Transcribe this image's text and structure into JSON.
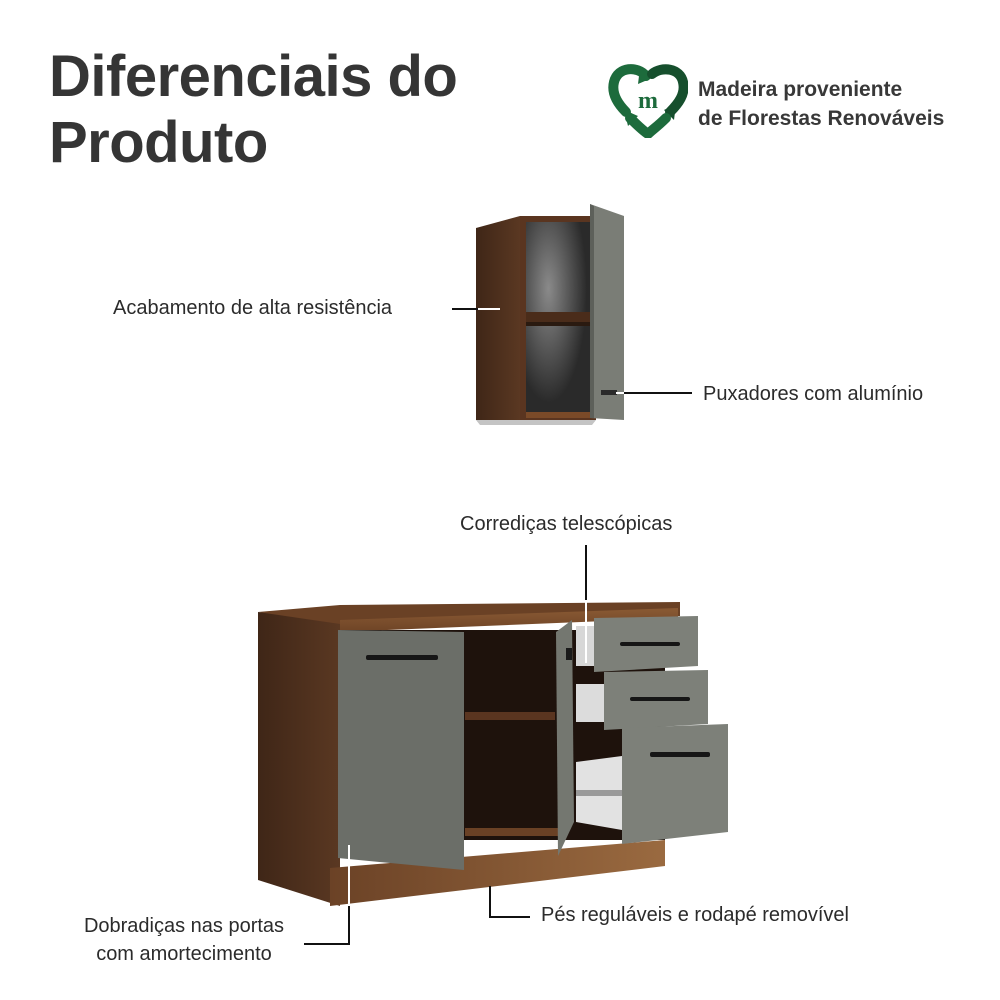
{
  "header": {
    "title_line1": "Diferenciais do",
    "title_line2": "Produto"
  },
  "certification": {
    "icon": "recycle-heart-m-icon",
    "line1": "Madeira proveniente",
    "line2": "de Florestas Renováveis",
    "color": "#1d6b3c"
  },
  "wall_cabinet": {
    "callouts": [
      {
        "id": "finish",
        "text": "Acabamento de alta resistência"
      },
      {
        "id": "handles",
        "text": "Puxadores com alumínio"
      }
    ]
  },
  "base_cabinet": {
    "callouts": [
      {
        "id": "slides",
        "text": "Corrediças telescópicas"
      },
      {
        "id": "hinges_line1",
        "text": "Dobradiças nas portas"
      },
      {
        "id": "hinges_line2",
        "text": "com amortecimento"
      },
      {
        "id": "feet",
        "text": "Pés reguláveis e rodapé removível"
      }
    ]
  },
  "colors": {
    "wood_dark": "#4a2d1c",
    "wood_mid": "#7a4e2c",
    "wood_light": "#96643a",
    "door_gray": "#6e716a",
    "interior": "#1e120c",
    "text": "#353535"
  }
}
